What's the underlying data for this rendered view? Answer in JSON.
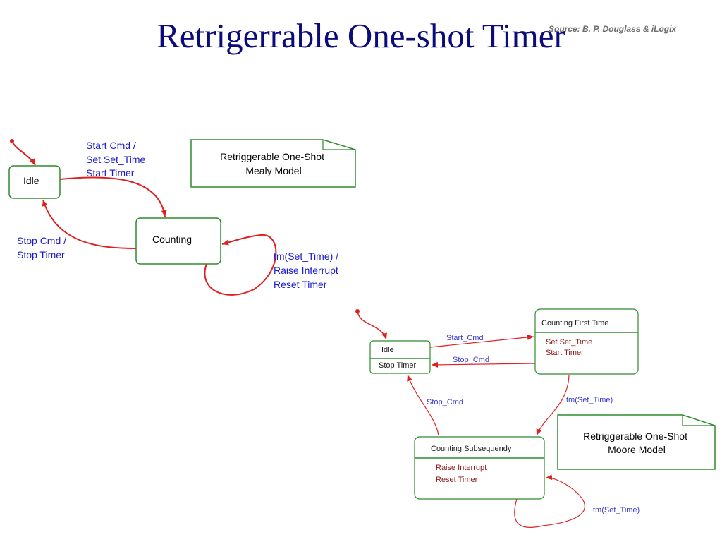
{
  "title": "Retrigerrable One-shot Timer",
  "source": "Source: B. P. Douglass & iLogix",
  "colors": {
    "title": "#0b0b7a",
    "state_border": "#2e8b2e",
    "transition": "#e02020",
    "label_blue": "#1a1acc",
    "moore_label": "#3a3acc",
    "action_text": "#8b1a1a"
  },
  "mealy": {
    "note": [
      "Retriggerable One-Shot",
      "Mealy Model"
    ],
    "states": {
      "idle": "Idle",
      "counting": "Counting"
    },
    "transitions": {
      "start": [
        "Start Cmd /",
        "Set Set_Time",
        "Start Timer"
      ],
      "stop": [
        "Stop Cmd /",
        "Stop Timer"
      ],
      "timeout": [
        "tm(Set_Time) /",
        "Raise Interrupt",
        "Reset Timer"
      ]
    }
  },
  "moore": {
    "note": [
      "Retriggerable One-Shot",
      "Moore Model"
    ],
    "states": {
      "idle": {
        "name": "Idle",
        "actions": [
          "Stop Timer"
        ]
      },
      "first": {
        "name": "Counting First Time",
        "actions": [
          "Set Set_Time",
          "Start Timer"
        ]
      },
      "subsequent": {
        "name": "Counting Subsequendy",
        "actions": [
          "Raise Interrupt",
          "Reset Timer"
        ]
      }
    },
    "transitions": {
      "start_cmd": "Start_Cmd",
      "stop_cmd_first": "Stop_Cmd",
      "stop_cmd_sub": "Stop_Cmd",
      "tm_first": "tm(Set_Time)",
      "tm_self": "tm(Set_Time)"
    }
  }
}
